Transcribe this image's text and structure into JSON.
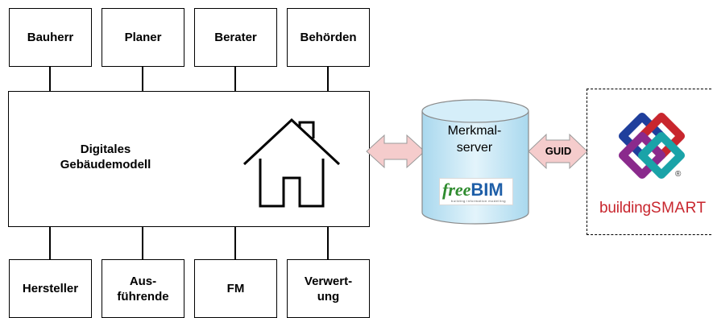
{
  "top_boxes": [
    "Bauherr",
    "Planer",
    "Berater",
    "Behörden"
  ],
  "bottom_boxes": [
    "Hersteller",
    "Aus-\nführende",
    "FM",
    "Verwert-\nung"
  ],
  "main_model": {
    "label": "Digitales\nGebäudemodell",
    "icon": "house-icon"
  },
  "database": {
    "label": "Merkmal-\nserver",
    "logo_free": "free",
    "logo_bim": "BIM",
    "logo_tagline": "building information modelling"
  },
  "guid_arrow": {
    "label": "GUID"
  },
  "buildingsmart": {
    "text_light": "building",
    "text_bold": "SMART",
    "registered": "®"
  },
  "colors": {
    "arrow_fill": "#f5cccc",
    "cylinder_fill": "#cfeaf6",
    "brand_red": "#c8262e"
  }
}
